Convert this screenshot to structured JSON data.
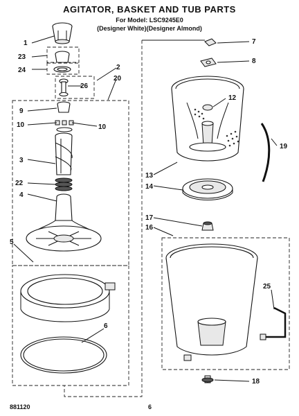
{
  "header": {
    "title": "AGITATOR, BASKET AND TUB PARTS",
    "model_line": "For Model: LSC9245E0",
    "color_line": "(Designer White)(Designer Almond)"
  },
  "footer": {
    "doc_number": "881120",
    "page_number": "6"
  },
  "callouts": [
    "1",
    "23",
    "24",
    "2",
    "20",
    "26",
    "9",
    "10",
    "10",
    "3",
    "22",
    "4",
    "5",
    "6",
    "7",
    "8",
    "12",
    "13",
    "14",
    "19",
    "17",
    "16",
    "25",
    "18"
  ]
}
